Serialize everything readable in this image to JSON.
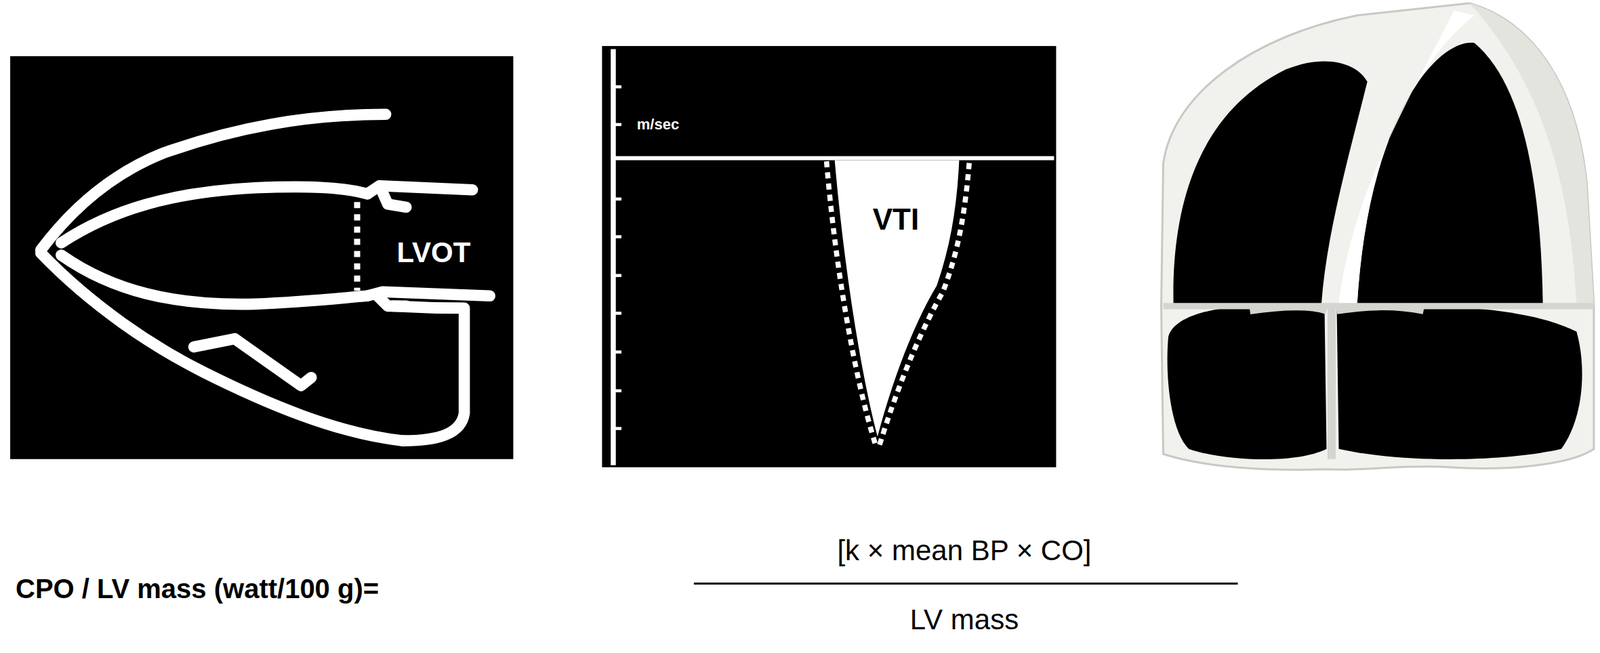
{
  "diagram": {
    "labels": [
      "LVOT",
      "m/sec",
      "VTI",
      "CPO / LV mass (watt/100 g)=",
      "[k × mean BP × CO]",
      "LV mass"
    ]
  }
}
